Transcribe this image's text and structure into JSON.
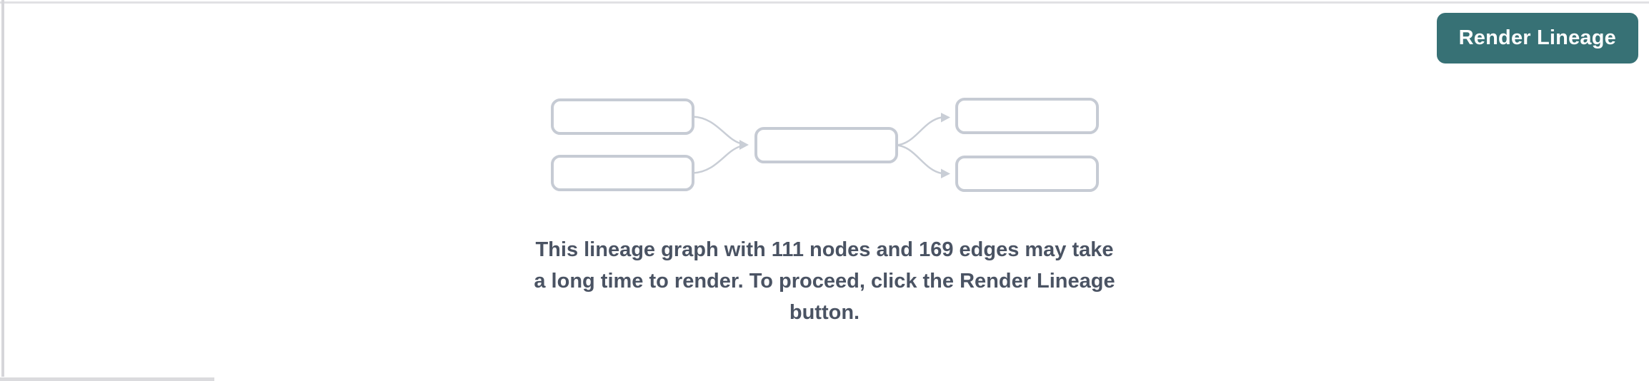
{
  "toolbar": {
    "render_lineage_button": "Render Lineage"
  },
  "message": {
    "lines": [
      "This lineage graph with 111 nodes and 169 edges may take",
      "a long time to render. To proceed, click the Render Lineage",
      "button."
    ],
    "node_count": "111",
    "edge_count": "169"
  },
  "illustration": {
    "upstream_nodes": 2,
    "center_nodes": 1,
    "downstream_nodes": 2,
    "edges": 4
  },
  "colors": {
    "button_background": "#377175",
    "button_text": "#ffffff",
    "node_border": "#c6cbd4",
    "edge_stroke": "#c9ced6",
    "message_text": "#4a5363",
    "left_border": "#d6d6da",
    "top_border": "#e1e1e4",
    "page_background": "#ffffff"
  }
}
